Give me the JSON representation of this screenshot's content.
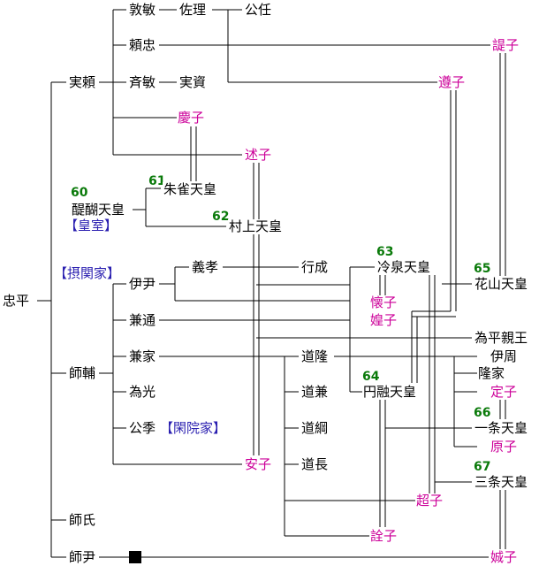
{
  "people": {
    "tadahira": "忠平",
    "saneyori": "実頼",
    "atsutoshi": "敦敏",
    "sukemasa": "佐理",
    "kinto": "公任",
    "yoritada": "頼忠",
    "nobuko": "諟子",
    "junshi": "遵子",
    "tadatoshi": "斉敏",
    "sanesuke": "実資",
    "keishi": "慶子",
    "jutsushi": "述子",
    "daigo": "醍醐天皇",
    "suzaku": "朱雀天皇",
    "murakami": "村上天皇",
    "koretada": "伊尹",
    "yoshitaka": "義孝",
    "yukinari": "行成",
    "reizei": "冷泉天皇",
    "kazan": "花山天皇",
    "kaishi": "懐子",
    "kanemichi": "兼通",
    "koshi": "媓子",
    "tamehira": "為平親王",
    "morosuke": "師輔",
    "kaneie": "兼家",
    "michitaka": "道隆",
    "korechika": "伊周",
    "takaie": "隆家",
    "teishi": "定子",
    "tamemitsu": "為光",
    "enyu": "円融天皇",
    "michikane": "道兼",
    "ichijo": "一条天皇",
    "kinsue": "公季",
    "michitsuna": "道綱",
    "genshi": "原子",
    "anshi": "安子",
    "michinaga": "道長",
    "sanjo": "三条天皇",
    "choshi": "超子",
    "moromasa": "師氏",
    "senshi": "詮子",
    "morotada": "師尹",
    "seishi": "娍子"
  },
  "families": {
    "imperial": "【皇室】",
    "sekkan": "【摂関家】",
    "kanin": "【閑院家】"
  },
  "reign_numbers": {
    "daigo": "60",
    "suzaku": "61",
    "murakami": "62",
    "reizei": "63",
    "enyu": "64",
    "kazan": "65",
    "ichijo": "66",
    "sanjo": "67"
  },
  "colors": {
    "female": "#cc0099",
    "family_label": "#2a1fb0",
    "reign_number": "#0a7a0a"
  }
}
